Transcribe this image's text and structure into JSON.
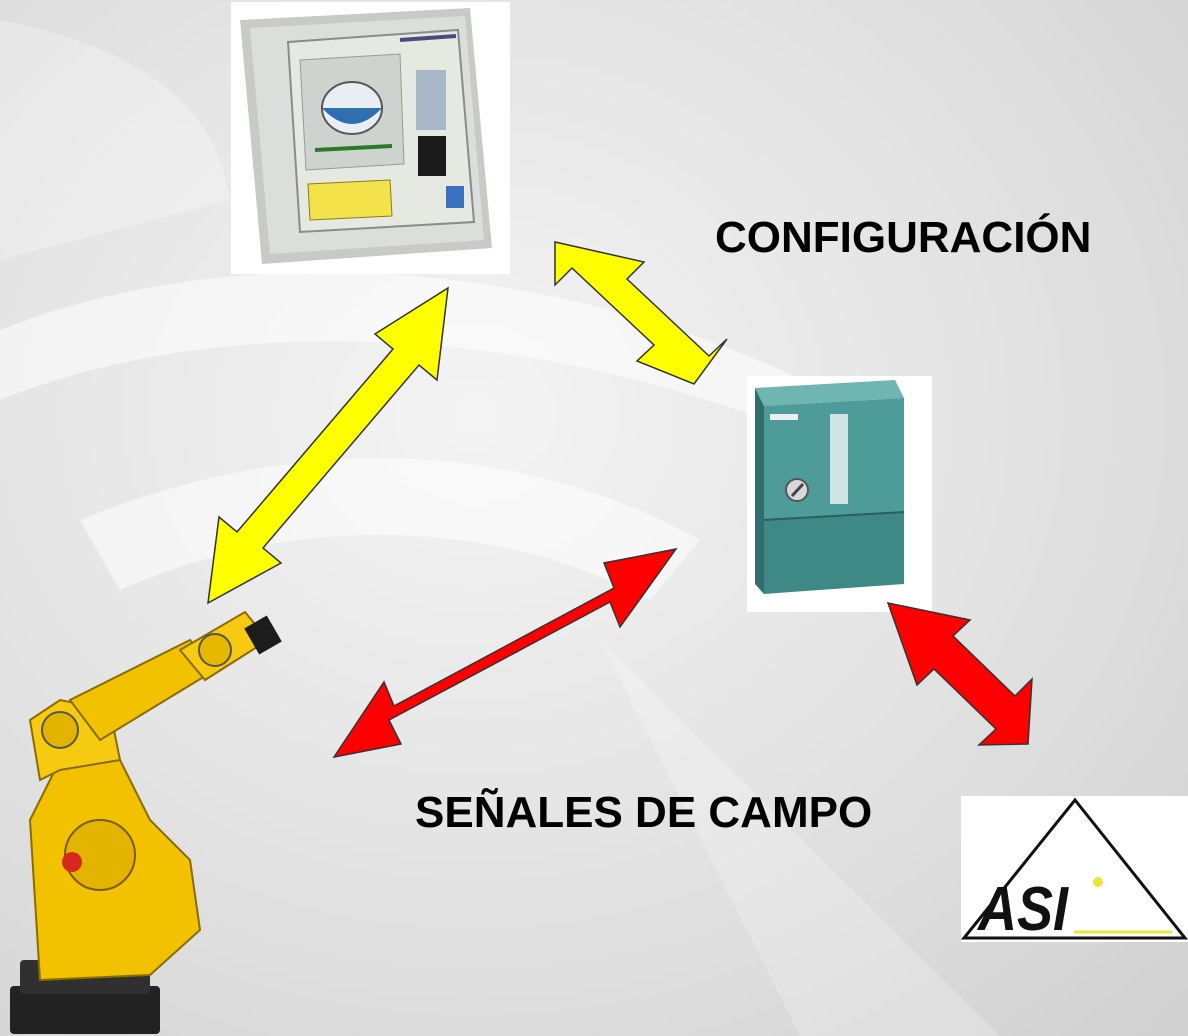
{
  "labels": {
    "configuration": "CONFIGURACIÓN",
    "field_signals": "SEÑALES DE CAMPO"
  },
  "logo": {
    "text": "ASI"
  },
  "colors": {
    "config_arrow": "#ffff00",
    "field_arrow": "#ff0000",
    "arrow_outline": "#333333",
    "robot": "#f2c200",
    "plc": "#4d9c9a",
    "hmi_screen": "#d8dcd8",
    "logo_line": "#e8e838"
  },
  "icons": {
    "hmi": "hmi-touch-panel-icon",
    "plc": "plc-cpu-module-icon",
    "robot": "industrial-robot-icon",
    "logo": "asi-logo-icon"
  }
}
